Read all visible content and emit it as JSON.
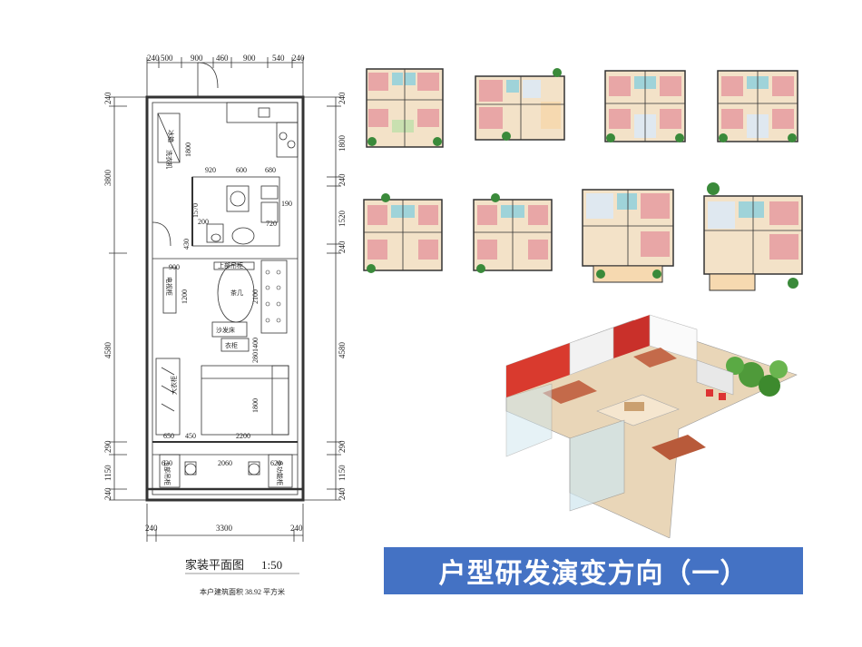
{
  "floorplan": {
    "title": "家装平面图",
    "scale": "1:50",
    "area_note": "本户建筑面积 38.92 平方米",
    "top_dims": [
      "240",
      "500",
      "900",
      "460",
      "900",
      "540",
      "240"
    ],
    "bottom_dims": [
      "240",
      "3300",
      "240"
    ],
    "left_dims": [
      "240",
      "3800",
      "4580",
      "290",
      "1150",
      "240"
    ],
    "right_dims": [
      "240",
      "1800",
      "240",
      "1520",
      "240",
      "4580",
      "290",
      "1150",
      "240"
    ],
    "inner_dims": [
      "920",
      "600",
      "680",
      "1570",
      "190",
      "720",
      "200",
      "430",
      "900",
      "1200",
      "1800",
      "2100",
      "2801400",
      "1800",
      "650",
      "450",
      "2200",
      "620",
      "2060",
      "620"
    ],
    "room_labels": [
      "冰箱",
      "洗衣机",
      "上部吊柜",
      "茶几",
      "沙发床",
      "电视柜",
      "衣柜",
      "大衣柜",
      "上部吊柜",
      "多功能柜"
    ]
  },
  "banner": {
    "title": "户型研发演变方向（一）"
  },
  "colors": {
    "banner_bg": "#4472c4",
    "banner_text": "#ffffff"
  }
}
